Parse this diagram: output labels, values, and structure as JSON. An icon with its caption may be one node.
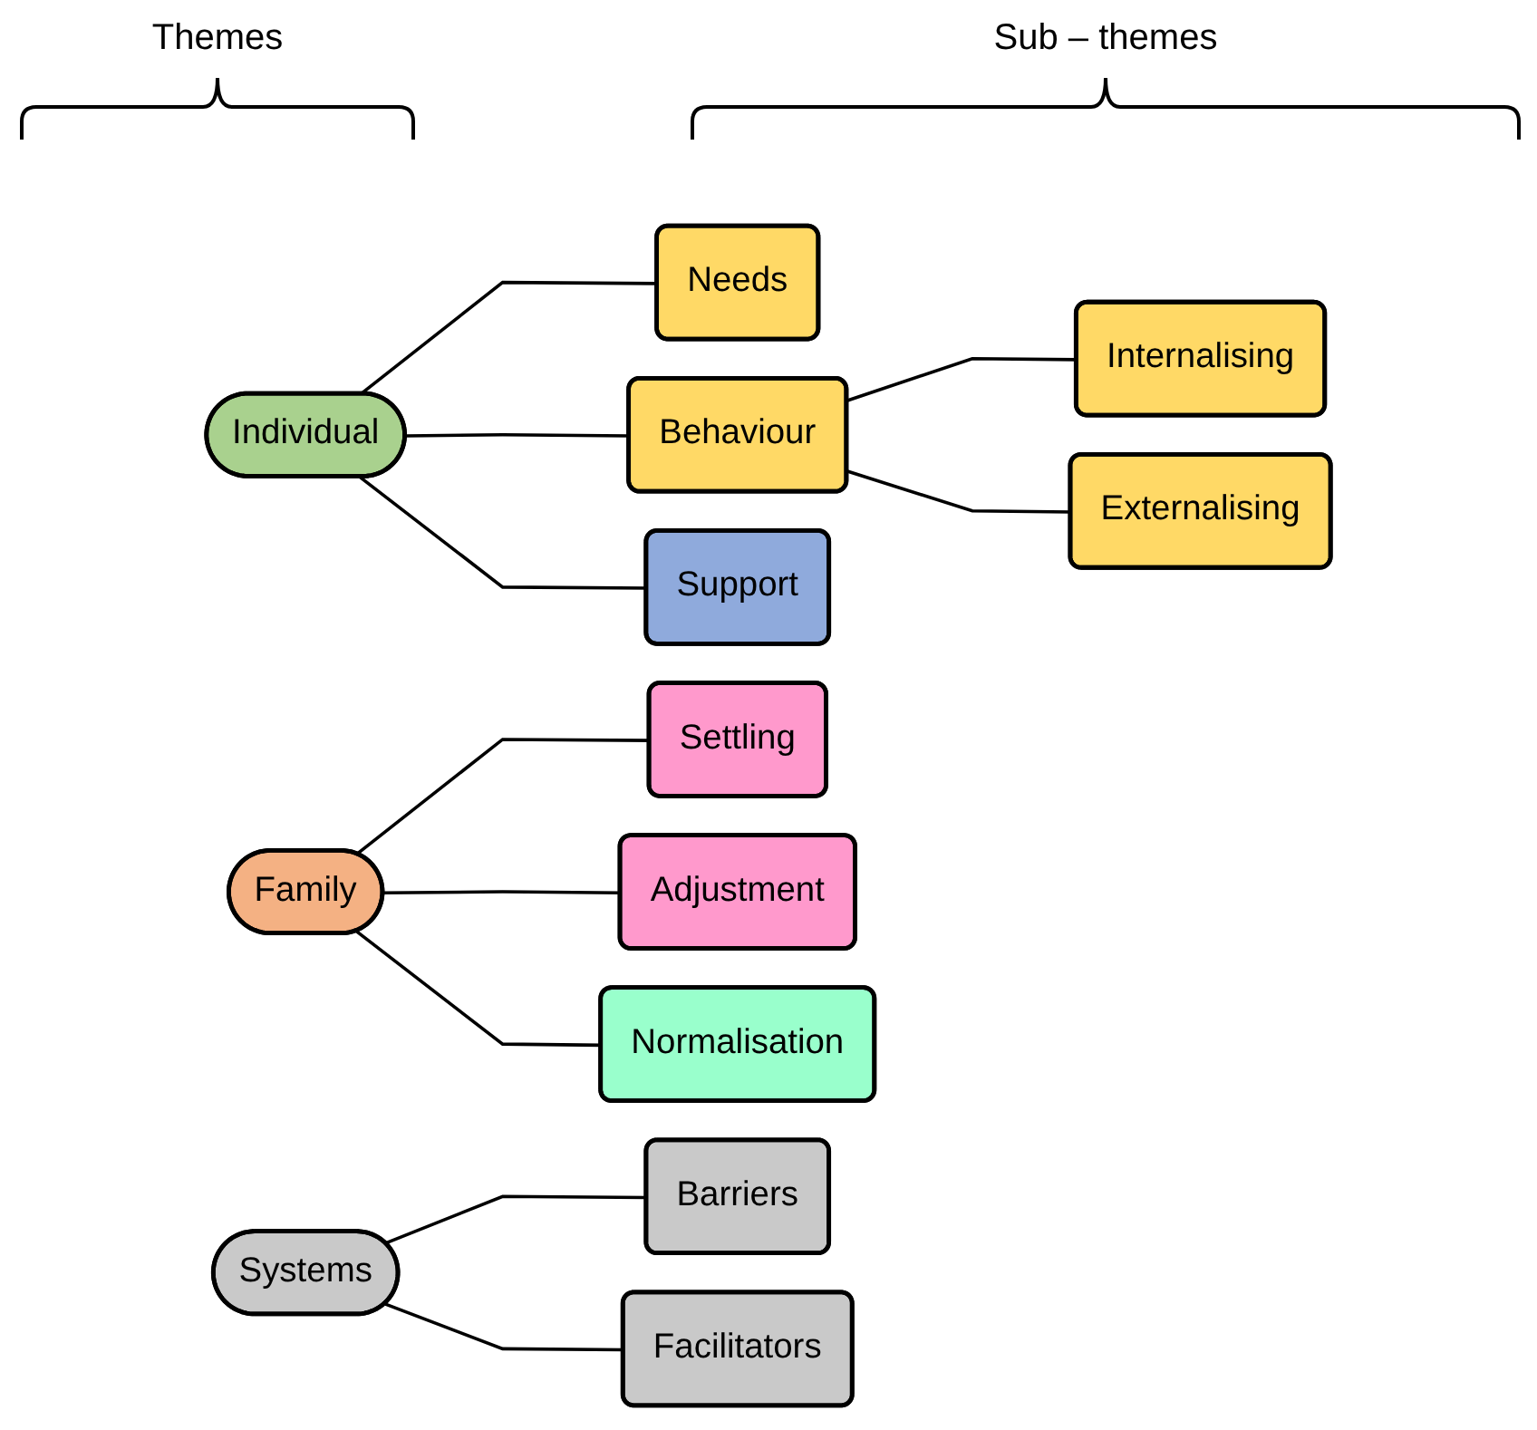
{
  "diagram": {
    "nodes": [
      {
        "text": [
          "Individual"
        ]
      },
      {
        "text": [
          "Needs"
        ]
      },
      {
        "text": [
          "Behaviour"
        ]
      },
      {
        "text": [
          "Internalising"
        ]
      },
      {
        "text": [
          "Externalising"
        ]
      },
      {
        "text": [
          "Support"
        ]
      },
      {
        "text": [
          "Family"
        ]
      },
      {
        "text": [
          "Settling"
        ]
      },
      {
        "text": [
          "Adjustment"
        ]
      },
      {
        "text": [
          "Normalisation"
        ]
      },
      {
        "text": [
          "Systems"
        ]
      },
      {
        "text": [
          "Barriers"
        ]
      },
      {
        "text": [
          "Facilitators"
        ]
      }
    ],
    "edges": [
      {
        "from": 0,
        "to": 1,
        "arrow": "none"
      },
      {
        "from": 0,
        "to": 2,
        "arrow": "none"
      },
      {
        "from": 0,
        "to": 5,
        "arrow": "none"
      },
      {
        "from": 2,
        "to": 3,
        "arrow": "none"
      },
      {
        "from": 2,
        "to": 4,
        "arrow": "none"
      },
      {
        "from": 6,
        "to": 7,
        "arrow": "none"
      },
      {
        "from": 6,
        "to": 8,
        "arrow": "none"
      },
      {
        "from": 6,
        "to": 9,
        "arrow": "none"
      },
      {
        "from": 10,
        "to": 11,
        "arrow": "none"
      },
      {
        "from": 10,
        "to": 12,
        "arrow": "none"
      }
    ],
    "labels": [
      "Themes",
      "Sub – themes"
    ]
  }
}
